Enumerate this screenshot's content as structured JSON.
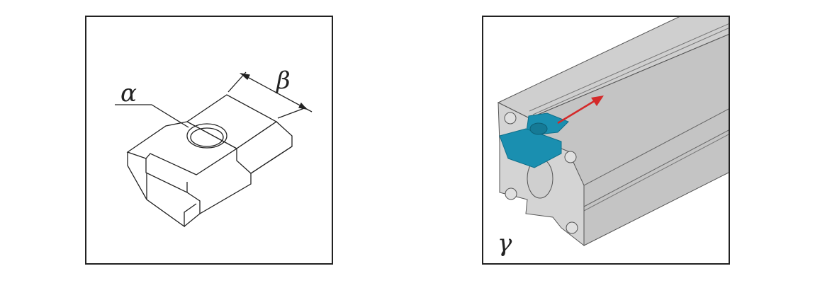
{
  "panels": [
    {
      "label": "α",
      "label2": "β",
      "subject": "t-nut-drawing"
    },
    {
      "label": "γ",
      "subject": "aluminium-profile-with-t-nut"
    }
  ],
  "colors": {
    "nut": "#1a8fb0",
    "profile": "#c9c9c9",
    "arrow": "#d42a2a"
  }
}
